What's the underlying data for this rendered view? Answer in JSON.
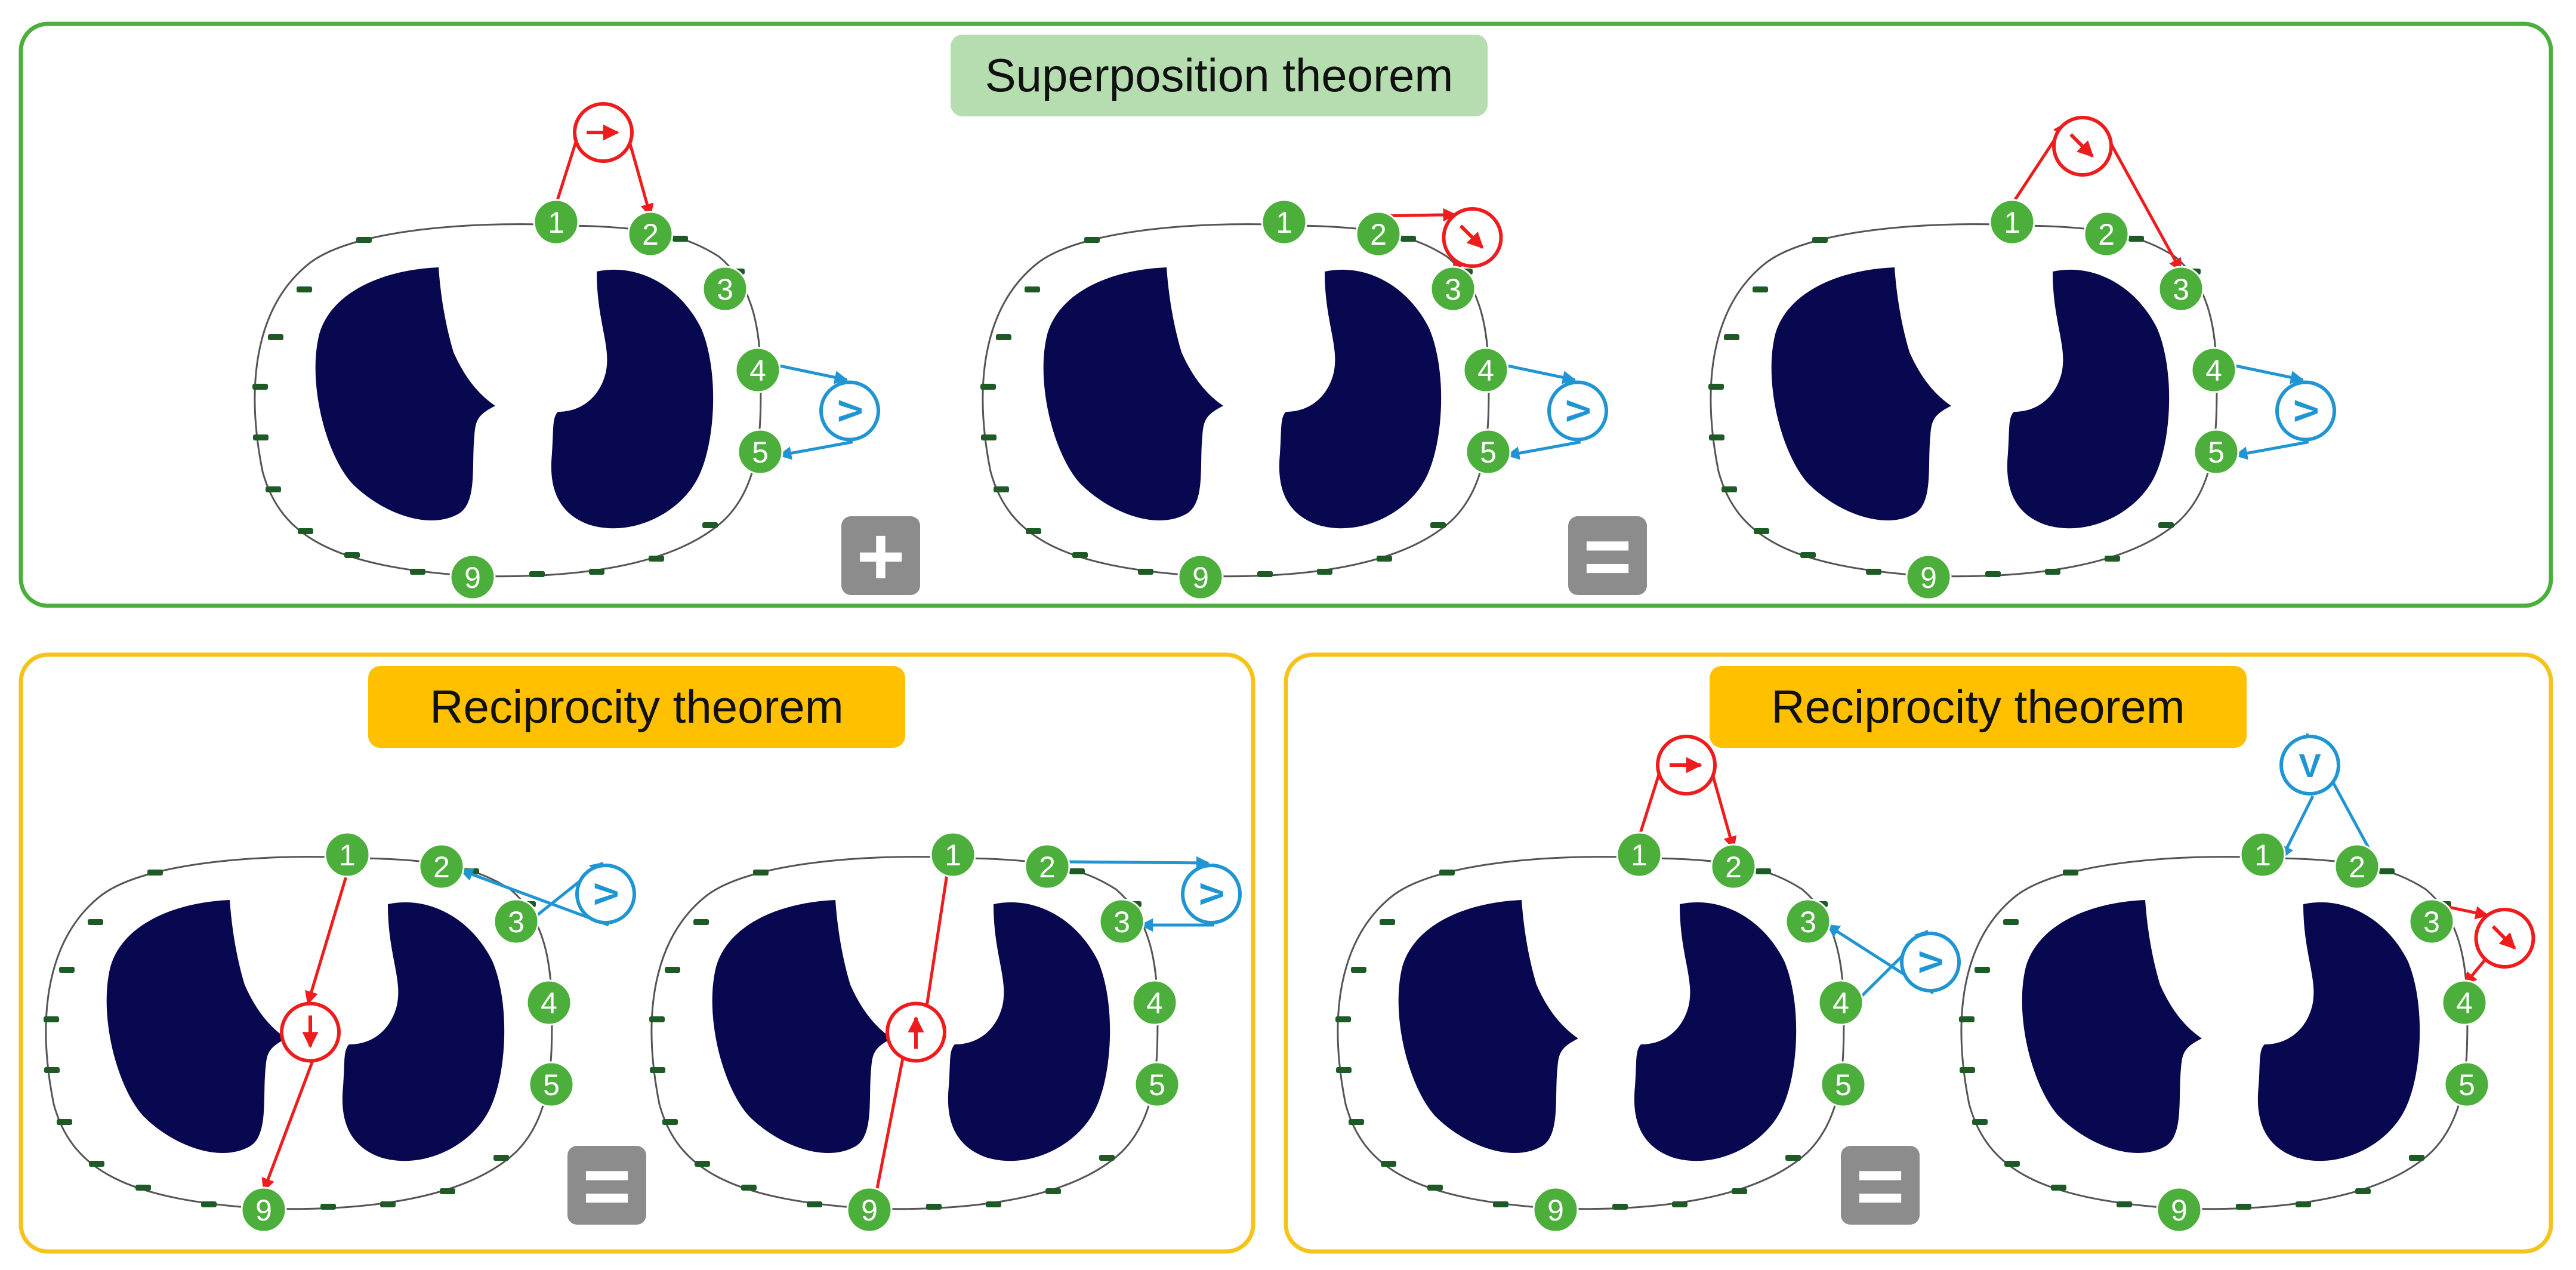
{
  "panels": [
    {
      "title": "Superposition theorem",
      "diagrams": [
        {
          "nodes": [
            "1",
            "2",
            "3",
            "4",
            "5",
            "9"
          ],
          "current_source": {
            "from": "1",
            "to": "2",
            "arrow": "right"
          },
          "voltmeter": {
            "from": "5",
            "to": "4",
            "label": "V"
          }
        },
        {
          "nodes": [
            "1",
            "2",
            "3",
            "4",
            "5",
            "9"
          ],
          "current_source": {
            "from": "2",
            "to": "3",
            "arrow": "down-right"
          },
          "voltmeter": {
            "from": "5",
            "to": "4",
            "label": "V"
          }
        },
        {
          "nodes": [
            "1",
            "2",
            "3",
            "4",
            "5",
            "9"
          ],
          "current_source": {
            "from": "1",
            "to": "3",
            "arrow": "down-right"
          },
          "voltmeter": {
            "from": "5",
            "to": "4",
            "label": "V"
          }
        }
      ],
      "operators": [
        "+",
        "="
      ]
    },
    {
      "title": "Reciprocity theorem",
      "diagrams": [
        {
          "nodes": [
            "1",
            "2",
            "3",
            "4",
            "5",
            "9"
          ],
          "current_source": {
            "from": "1",
            "to": "9",
            "placement": "internal",
            "arrow": "down"
          },
          "voltmeter": {
            "from": "2",
            "to": "3",
            "label": "V"
          }
        },
        {
          "nodes": [
            "1",
            "2",
            "3",
            "4",
            "5",
            "9"
          ],
          "current_source": {
            "from": "9",
            "to": "1",
            "placement": "internal",
            "arrow": "up"
          },
          "voltmeter": {
            "from": "3",
            "to": "2",
            "label": "V"
          }
        }
      ],
      "operators": [
        "="
      ]
    },
    {
      "title": "Reciprocity theorem",
      "diagrams": [
        {
          "nodes": [
            "1",
            "2",
            "3",
            "4",
            "5",
            "9"
          ],
          "current_source": {
            "from": "1",
            "to": "2",
            "arrow": "right"
          },
          "voltmeter": {
            "from": "3",
            "to": "4",
            "label": "V"
          }
        },
        {
          "nodes": [
            "1",
            "2",
            "3",
            "4",
            "5",
            "9"
          ],
          "current_source": {
            "from": "3",
            "to": "4",
            "arrow": "down-right"
          },
          "voltmeter": {
            "from": "1",
            "to": "2",
            "label": "V"
          }
        }
      ],
      "operators": [
        "="
      ]
    }
  ],
  "colors": {
    "superposition_border": "#4caf3c",
    "superposition_title_bg": "#b5ddb0",
    "reciprocity_border": "#f5c31a",
    "reciprocity_title_bg": "#ffc000",
    "node": "#4caf3c",
    "lung": "#07084f",
    "current_source": "#ee1c1c",
    "voltmeter": "#1f96d3",
    "operator_box": "#8c8c8c",
    "electrode_mark": "#1d5a25"
  }
}
